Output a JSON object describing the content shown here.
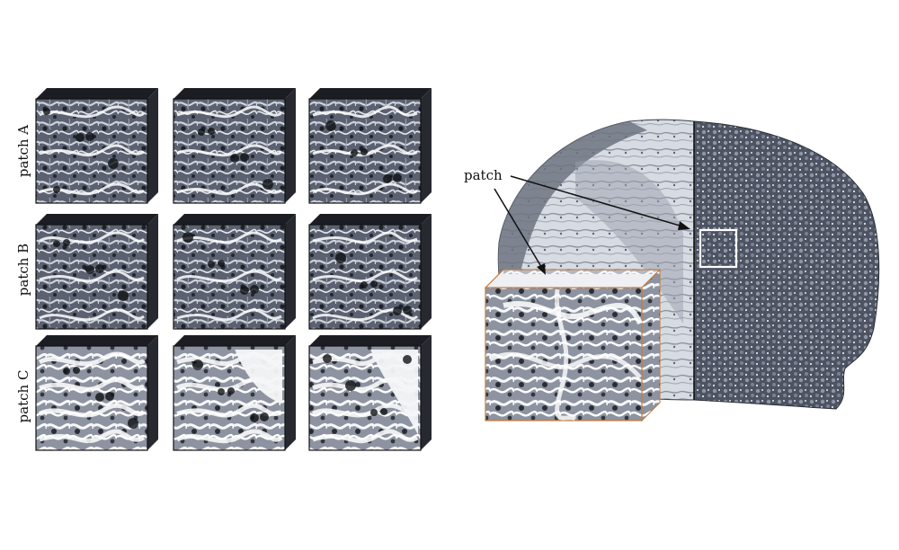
{
  "rows": [
    {
      "label": "patch A"
    },
    {
      "label": "patch B"
    },
    {
      "label": "patch C"
    }
  ],
  "columns_per_row": 3,
  "annotation": {
    "label": "patch"
  },
  "colors": {
    "bone_dark": "#3a3f4a",
    "bone_mid": "#7a808c",
    "bone_light": "#e9ecf1",
    "cube_highlight": "#c87a38",
    "inset_box": "#ffffff"
  }
}
